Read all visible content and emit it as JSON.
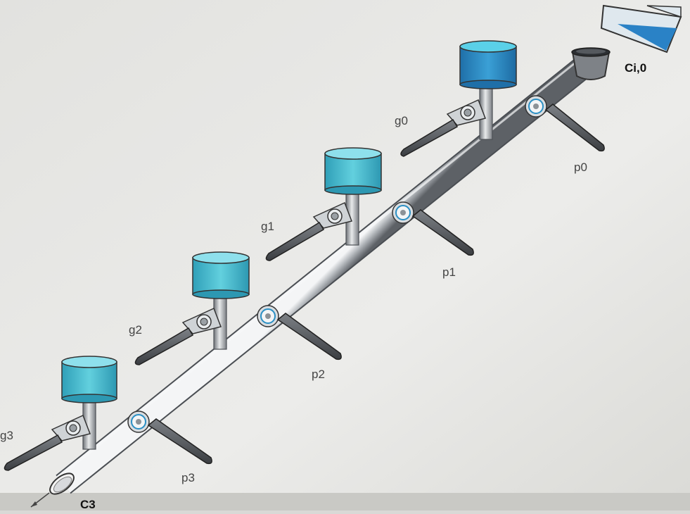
{
  "labels": {
    "inlet": "Ci,0",
    "outlet": "C3",
    "g0": "g0",
    "g1": "g1",
    "g2": "g2",
    "g3": "g3",
    "p0": "p0",
    "p1": "p1",
    "p2": "p2",
    "p3": "p3"
  },
  "colors": {
    "background": "#e9e9e6",
    "water": "#2a8fc4",
    "water_light": "#58c5d8",
    "pipe": "#9a9ea3",
    "handle": "#55595d"
  }
}
